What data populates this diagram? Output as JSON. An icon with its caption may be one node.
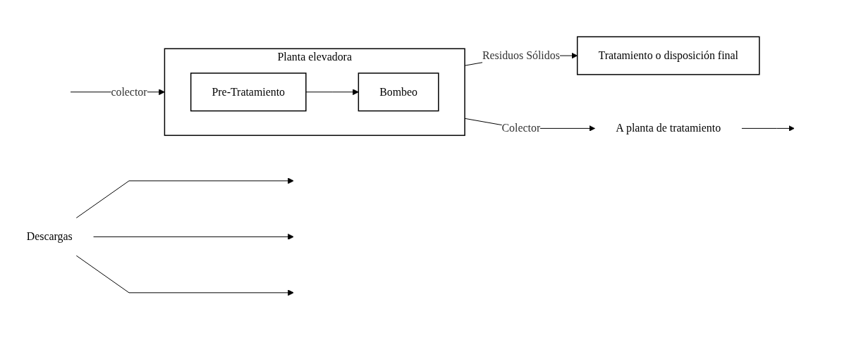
{
  "diagram": {
    "nodes": [
      {
        "text": [
          "Descargas"
        ]
      },
      {
        "text": [
          "Planta elevadora"
        ]
      },
      {
        "text": [
          "Pre-Tratamiento"
        ],
        "in": 1
      },
      {
        "text": [
          "Bombeo"
        ],
        "in": 1
      },
      {
        "text": [
          "Tratamiento o disposición final"
        ]
      },
      {
        "text": [
          "A planta de tratamiento"
        ]
      }
    ],
    "edges": [
      {
        "from": 0,
        "to": null,
        "arrow": "to"
      },
      {
        "from": 0,
        "to": null,
        "arrow": "to"
      },
      {
        "from": 0,
        "to": null,
        "arrow": "to"
      },
      {
        "from": null,
        "to": 1,
        "label": "colector",
        "arrow": "to"
      },
      {
        "from": 2,
        "to": 3,
        "arrow": "to"
      },
      {
        "from": 1,
        "to": 5,
        "label": "Colector",
        "arrow": "to"
      },
      {
        "from": 5,
        "to": null,
        "arrow": "to"
      },
      {
        "from": 1,
        "to": 4,
        "label": "Residuos Sólidos",
        "arrow": "to"
      }
    ]
  }
}
